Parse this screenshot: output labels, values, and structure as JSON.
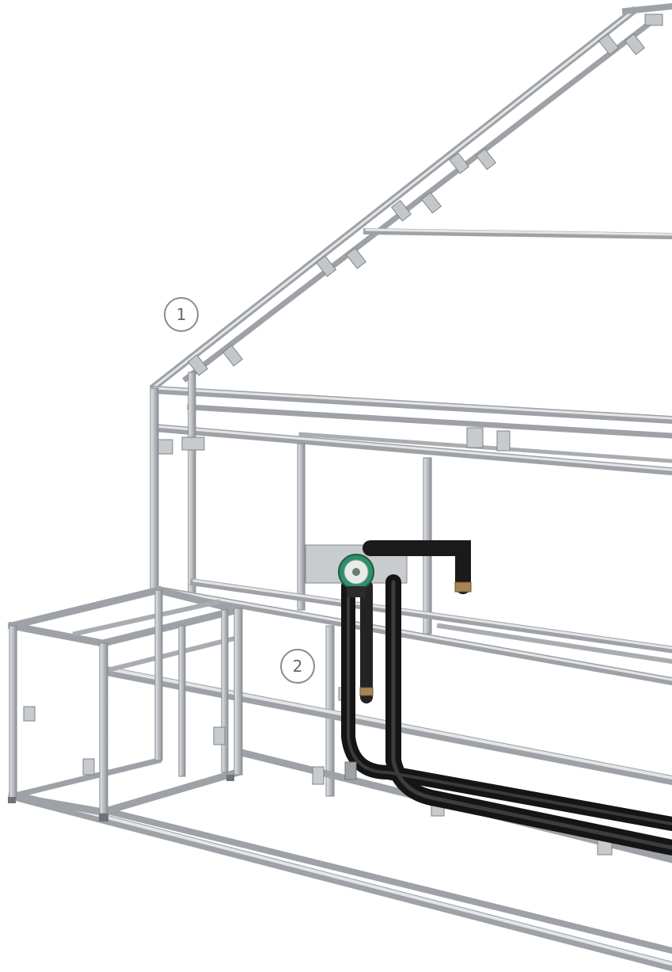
{
  "callouts": [
    {
      "label": "1"
    },
    {
      "label": "2"
    }
  ],
  "colors": {
    "background": "#ffffff",
    "frame_metal": "#b9bcc0",
    "frame_shadow": "#8e9296",
    "pipe_insulation": "#2b2b2b",
    "pump_accent": "#2f8f6a",
    "callout_stroke": "#8a8a8a"
  },
  "objects": [
    "aluminium-frame-structure",
    "insulated-pipework",
    "circulation-pump"
  ]
}
